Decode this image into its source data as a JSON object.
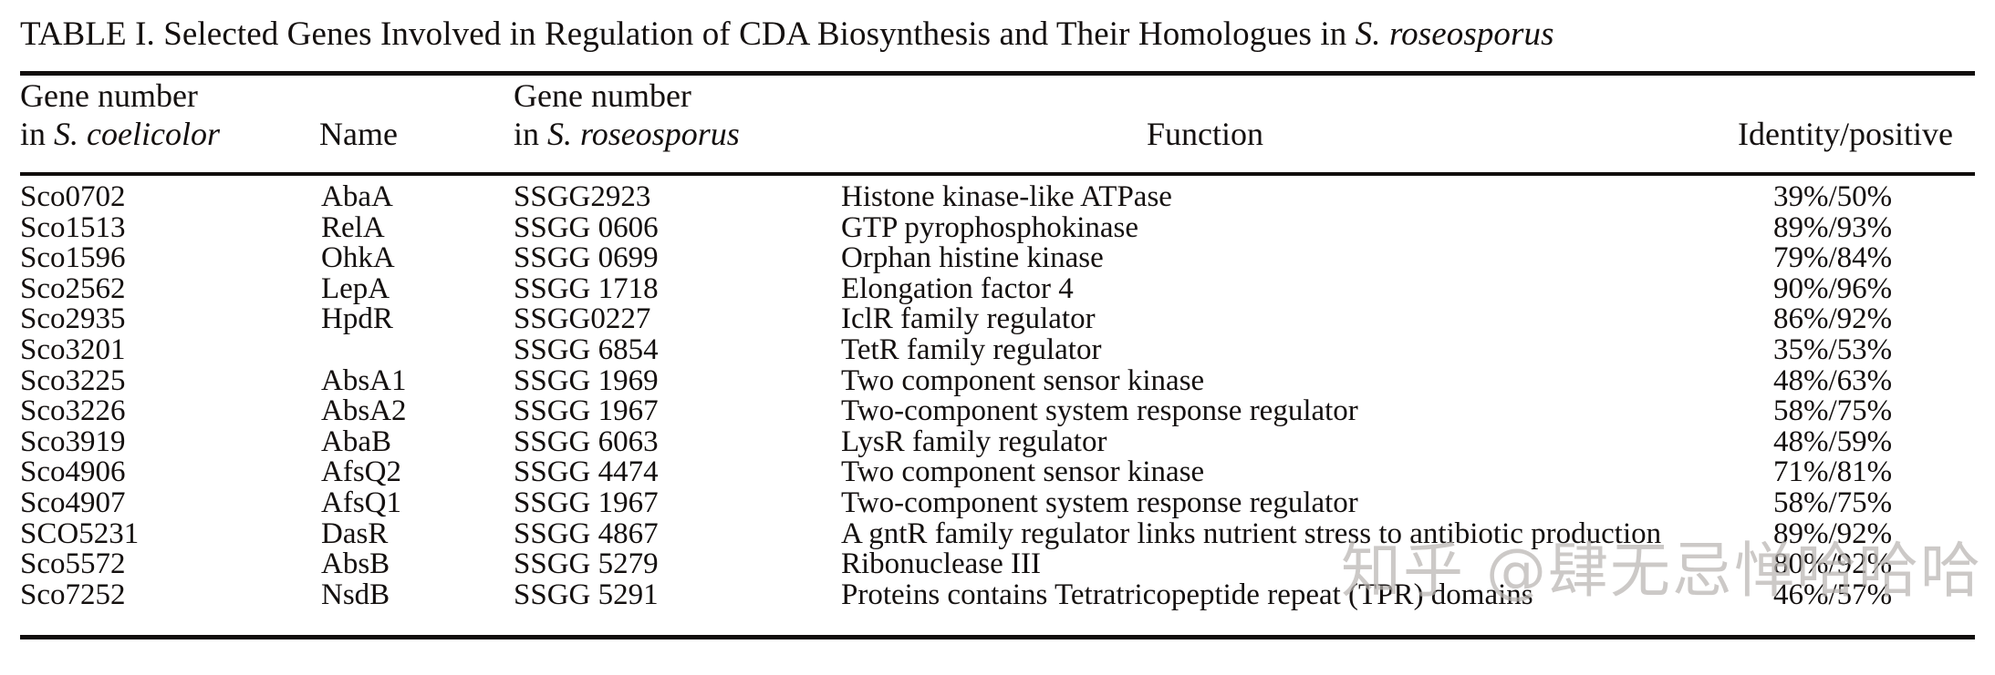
{
  "table": {
    "label": "TABLE I.",
    "title_plain_1": "TABLE I.  Selected Genes Involved in Regulation of CDA Biosynthesis and Their Homologues in ",
    "title_italic": "S. roseosporus",
    "header": {
      "col1_line1": "Gene number",
      "col1_line2_plain": "in ",
      "col1_line2_italic": "S. coelicolor",
      "col2": "Name",
      "col3_line1": "Gene number",
      "col3_line2_plain": "in ",
      "col3_line2_italic": "S. roseosporus",
      "col4": "Function",
      "col5": "Identity/positive"
    },
    "columns": [
      "Gene number in S. coelicolor",
      "Name",
      "Gene number in S. roseosporus",
      "Function",
      "Identity/positive"
    ],
    "rows": [
      {
        "sco": "Sco0702",
        "name": "AbaA",
        "ssgg": "SSGG2923",
        "function": "Histone kinase-like ATPase",
        "identity": "39%/50%"
      },
      {
        "sco": "Sco1513",
        "name": "RelA",
        "ssgg": "SSGG 0606",
        "function": "GTP pyrophosphokinase",
        "identity": "89%/93%"
      },
      {
        "sco": "Sco1596",
        "name": "OhkA",
        "ssgg": "SSGG 0699",
        "function": "Orphan histine kinase",
        "identity": "79%/84%"
      },
      {
        "sco": "Sco2562",
        "name": "LepA",
        "ssgg": "SSGG 1718",
        "function": "Elongation factor 4",
        "identity": "90%/96%"
      },
      {
        "sco": "Sco2935",
        "name": "HpdR",
        "ssgg": "SSGG0227",
        "function": "IclR family regulator",
        "identity": "86%/92%"
      },
      {
        "sco": "Sco3201",
        "name": "",
        "ssgg": "SSGG 6854",
        "function": "TetR family regulator",
        "identity": "35%/53%"
      },
      {
        "sco": "Sco3225",
        "name": "AbsA1",
        "ssgg": "SSGG 1969",
        "function": "Two component sensor kinase",
        "identity": "48%/63%"
      },
      {
        "sco": "Sco3226",
        "name": "AbsA2",
        "ssgg": "SSGG 1967",
        "function": "Two-component system response regulator",
        "identity": "58%/75%"
      },
      {
        "sco": "Sco3919",
        "name": "AbaB",
        "ssgg": "SSGG 6063",
        "function": "LysR family regulator",
        "identity": "48%/59%"
      },
      {
        "sco": "Sco4906",
        "name": "AfsQ2",
        "ssgg": "SSGG 4474",
        "function": "Two component sensor kinase",
        "identity": "71%/81%"
      },
      {
        "sco": "Sco4907",
        "name": "AfsQ1",
        "ssgg": "SSGG 1967",
        "function": "Two-component system response regulator",
        "identity": "58%/75%"
      },
      {
        "sco": "SCO5231",
        "name": "DasR",
        "ssgg": "SSGG 4867",
        "function": "A gntR family regulator links nutrient stress to antibiotic production",
        "identity": "89%/92%"
      },
      {
        "sco": "Sco5572",
        "name": "AbsB",
        "ssgg": "SSGG 5279",
        "function": "Ribonuclease III",
        "identity": "80%/92%"
      },
      {
        "sco": "Sco7252",
        "name": "NsdB",
        "ssgg": "SSGG 5291",
        "function": "Proteins contains Tetratricopeptide repeat (TPR)  domains",
        "identity": "46%/57%"
      }
    ]
  },
  "watermark": {
    "text": "知乎 @肆无忌惮哈哈哈",
    "color": "#b9b5b2"
  }
}
